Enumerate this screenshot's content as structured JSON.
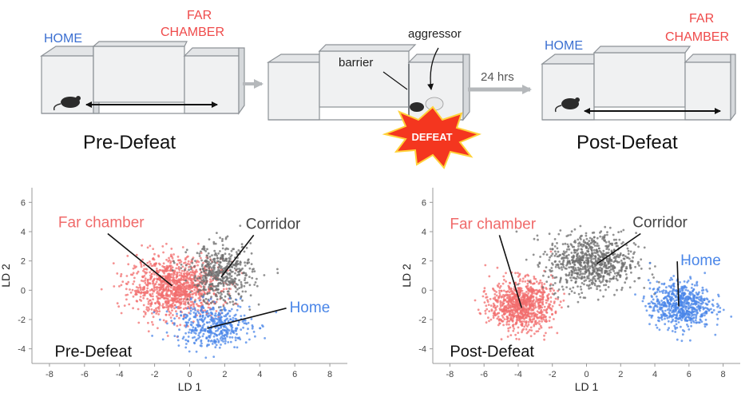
{
  "schematic": {
    "pre": {
      "home_label": "HOME",
      "far_label_line1": "FAR",
      "far_label_line2": "CHAMBER",
      "title": "Pre-Defeat"
    },
    "defeat": {
      "barrier_label": "barrier",
      "aggressor_label": "aggressor",
      "burst_text": "DEFEAT",
      "time_label": "24 hrs"
    },
    "post": {
      "home_label": "HOME",
      "far_label_line1": "FAR",
      "far_label_line2": "CHAMBER",
      "title": "Post-Defeat"
    },
    "colors": {
      "home": "#3b6fd1",
      "far": "#ef4a4a",
      "burst": "#f4361f",
      "burst_outline": "#ffd23a"
    }
  },
  "chart_data": [
    {
      "type": "scatter",
      "title": "Pre-Defeat",
      "xlabel": "LD 1",
      "ylabel": "LD 2",
      "xlim": [
        -9,
        9
      ],
      "ylim": [
        -5,
        7
      ],
      "xticks": [
        -8,
        -6,
        -4,
        -2,
        0,
        2,
        4,
        6,
        8
      ],
      "yticks": [
        -4,
        -2,
        0,
        2,
        4,
        6
      ],
      "grid": false,
      "series": [
        {
          "name": "Far chamber",
          "color": "#f26d6d",
          "center": [
            -0.8,
            0.2
          ],
          "spread": [
            1.3,
            1.0
          ],
          "count": 1100
        },
        {
          "name": "Corridor",
          "color": "#6e6e6e",
          "center": [
            1.8,
            1.1
          ],
          "spread": [
            0.9,
            1.0
          ],
          "count": 500
        },
        {
          "name": "Home",
          "color": "#4a86e8",
          "center": [
            1.3,
            -2.4
          ],
          "spread": [
            1.1,
            0.75
          ],
          "count": 450
        }
      ],
      "annotations": [
        {
          "text": "Far chamber",
          "target": [
            -1.0,
            0.3
          ]
        },
        {
          "text": "Corridor",
          "target": [
            1.8,
            0.9
          ]
        },
        {
          "text": "Home",
          "target": [
            1.0,
            -2.6
          ]
        }
      ]
    },
    {
      "type": "scatter",
      "title": "Post-Defeat",
      "xlabel": "LD 1",
      "ylabel": "LD 2",
      "xlim": [
        -9,
        9
      ],
      "ylim": [
        -5,
        7
      ],
      "xticks": [
        -8,
        -6,
        -4,
        -2,
        0,
        2,
        4,
        6,
        8
      ],
      "yticks": [
        -4,
        -2,
        0,
        2,
        4,
        6
      ],
      "grid": false,
      "series": [
        {
          "name": "Far chamber",
          "color": "#f26d6d",
          "center": [
            -3.8,
            -1.0
          ],
          "spread": [
            0.9,
            0.85
          ],
          "count": 900
        },
        {
          "name": "Corridor",
          "color": "#6e6e6e",
          "center": [
            0.3,
            1.9
          ],
          "spread": [
            1.3,
            1.0
          ],
          "count": 800
        },
        {
          "name": "Home",
          "color": "#4a86e8",
          "center": [
            5.5,
            -1.0
          ],
          "spread": [
            0.9,
            0.8
          ],
          "count": 650
        }
      ],
      "annotations": [
        {
          "text": "Far chamber",
          "target": [
            -3.8,
            -1.2
          ]
        },
        {
          "text": "Corridor",
          "target": [
            0.6,
            1.8
          ]
        },
        {
          "text": "Home",
          "target": [
            5.4,
            -1.1
          ]
        }
      ]
    }
  ]
}
